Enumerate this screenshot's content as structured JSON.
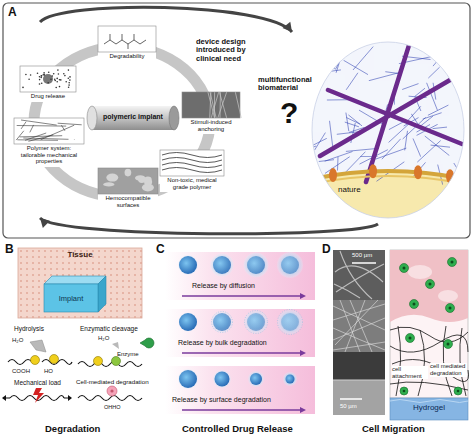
{
  "diagram": {
    "nodes": [
      {
        "text": [
          "device design introduced by clinical need"
        ]
      },
      {
        "text": [
          "Degradability"
        ],
        "in": 0
      },
      {
        "text": [
          "Drug release"
        ],
        "in": 0
      },
      {
        "text": [
          "Polymer system: tailorable mechanical properties"
        ],
        "in": 0
      },
      {
        "text": [
          "Hemocompatible surfaces"
        ],
        "in": 0
      },
      {
        "text": [
          "Non-toxic, medical grade polymer"
        ],
        "in": 0
      },
      {
        "text": [
          "Stimuli-induced anchoring"
        ],
        "in": 0
      },
      {
        "text": [
          "polymeric implant"
        ],
        "in": 0
      },
      {
        "text": [
          "multifunctional biomaterial",
          "?",
          "nature"
        ]
      },
      {
        "text": [
          "Tissue"
        ]
      },
      {
        "text": [
          "Implant"
        ],
        "in": 9
      },
      {
        "text": [
          "Hydrogel"
        ]
      }
    ],
    "edges": [
      {
        "from": 0,
        "to": 8,
        "arrow": "to"
      },
      {
        "from": 8,
        "to": 0,
        "arrow": "to"
      }
    ],
    "labels": [
      "A",
      "B",
      "Hydrolysis",
      "Enzymatic cleavage",
      "H₂O",
      "H₂O",
      "Enzyme",
      "COOH",
      "HO",
      "Mechanical load",
      "Cell-mediated degradation",
      "OHHO",
      "Degradation",
      "C",
      "Release by diffusion",
      "Release by bulk degradation",
      "Release by surface degradation",
      "Controlled Drug Release",
      "D",
      "500 µm",
      "50 µm",
      "cell attachment",
      "cell mediated degradation",
      "Cell Migration"
    ]
  }
}
